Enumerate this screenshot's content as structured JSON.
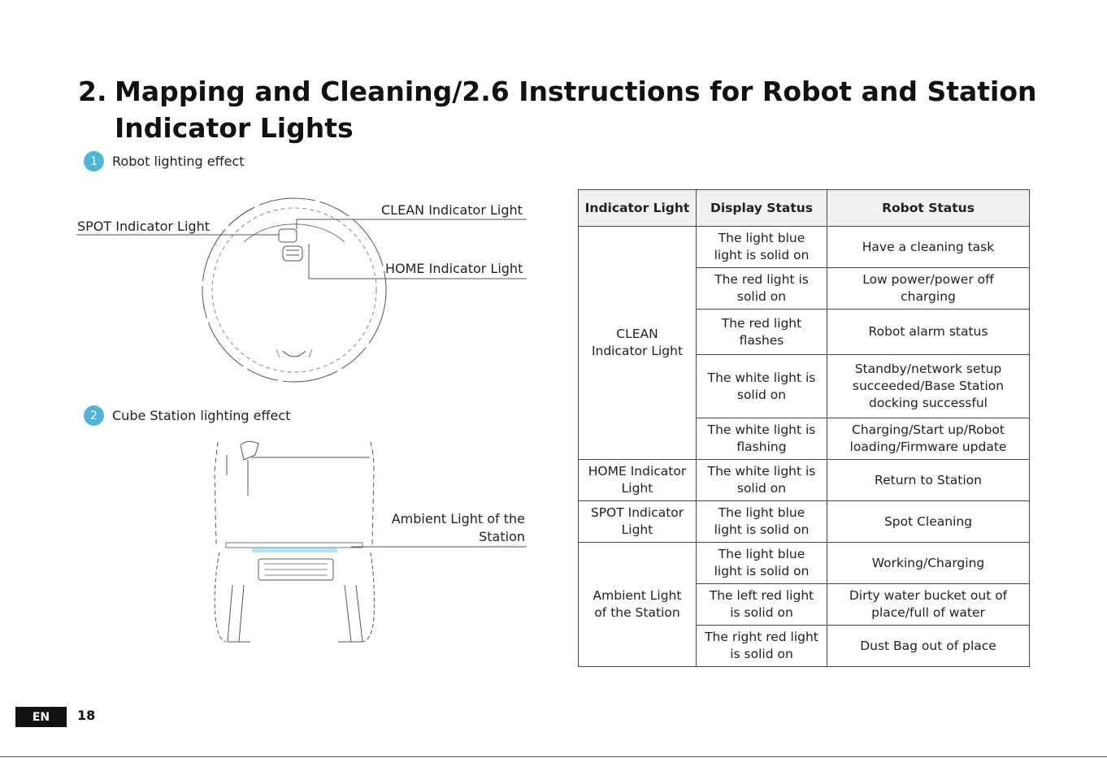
{
  "title": {
    "number": "2.",
    "line1": "Mapping and Cleaning/2.6 Instructions for Robot and Station",
    "line2": "Indicator Lights"
  },
  "section1": {
    "badge": "1",
    "label": "Robot lighting effect"
  },
  "section2": {
    "badge": "2",
    "label": "Cube Station lighting effect"
  },
  "robot_callouts": {
    "clean": "CLEAN Indicator Light",
    "spot": "SPOT Indicator Light",
    "home": "HOME Indicator Light"
  },
  "station_callouts": {
    "ambient_line1": "Ambient Light of the",
    "ambient_line2": "Station"
  },
  "table": {
    "headers": [
      "Indicator Light",
      "Display Status",
      "Robot Status"
    ],
    "clean": {
      "group_line1": "CLEAN",
      "group_line2": "Indicator Light",
      "rows": [
        {
          "d1": "The light blue",
          "d2": "light is solid on",
          "s1": "Have a cleaning task",
          "s2": "",
          "s3": ""
        },
        {
          "d1": "The red light is",
          "d2": "solid on",
          "s1": "Low power/power off",
          "s2": "charging",
          "s3": ""
        },
        {
          "d1": "The red light",
          "d2": "flashes",
          "s1": "Robot alarm status",
          "s2": "",
          "s3": ""
        },
        {
          "d1": "The white light is",
          "d2": "solid on",
          "s1": "Standby/network setup",
          "s2": "succeeded/Base Station",
          "s3": "docking successful"
        },
        {
          "d1": "The white light is",
          "d2": "flashing",
          "s1": "Charging/Start up/Robot",
          "s2": "loading/Firmware update",
          "s3": ""
        }
      ]
    },
    "home": {
      "group_line1": "HOME Indicator",
      "group_line2": "Light",
      "d1": "The white light is",
      "d2": "solid on",
      "s1": "Return to Station"
    },
    "spot": {
      "group_line1": "SPOT Indicator",
      "group_line2": "Light",
      "d1": "The light blue",
      "d2": "light is solid on",
      "s1": "Spot Cleaning"
    },
    "ambient": {
      "group_line1": "Ambient Light",
      "group_line2": "of the Station",
      "rows": [
        {
          "d1": "The light blue",
          "d2": "light is solid on",
          "s1": "Working/Charging",
          "s2": ""
        },
        {
          "d1": "The left red light",
          "d2": "is solid on",
          "s1": "Dirty water bucket out of",
          "s2": "place/full of water"
        },
        {
          "d1": "The right red light",
          "d2": "is solid on",
          "s1": "Dust Bag out of place",
          "s2": ""
        }
      ]
    }
  },
  "footer": {
    "lang": "EN",
    "page": "18"
  },
  "colors": {
    "badge": "#4fb5d6",
    "ambient_glow": "#7fd0e8"
  }
}
